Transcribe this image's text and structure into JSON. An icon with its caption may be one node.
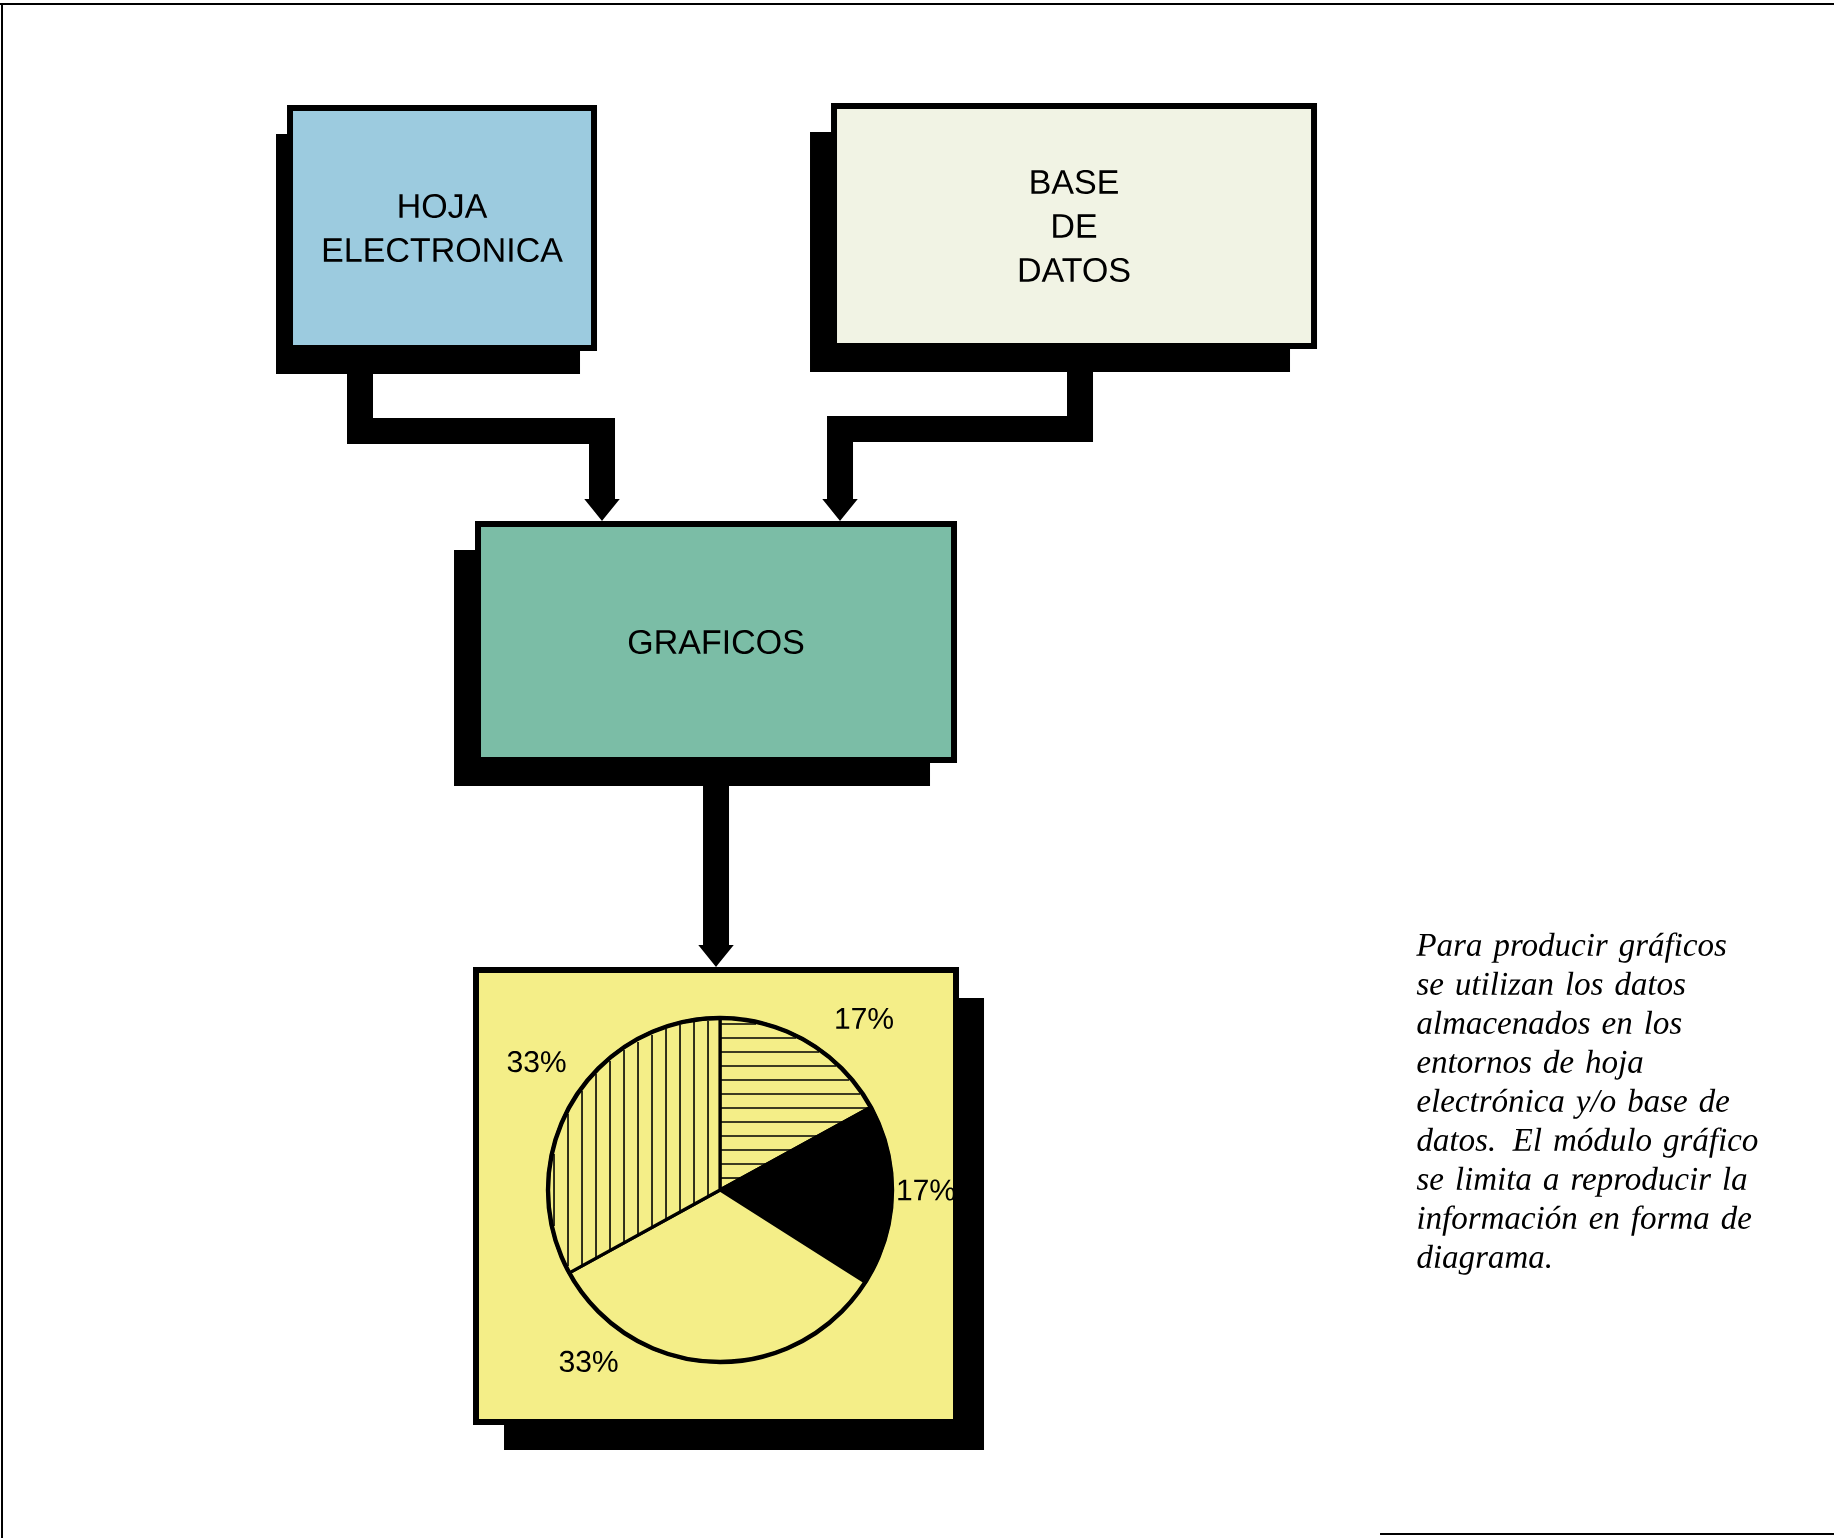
{
  "diagram": {
    "caption": "Para producir gráficos se utilizan los datos almacenados en los entornos de hoja electrónica y/o base de datos. El módulo gráfico se limita a reproducir la información en forma de diagrama.",
    "nodes": [
      {
        "text": [
          "HOJA ELECTRONICA"
        ]
      },
      {
        "text": [
          "BASE DE DATOS"
        ]
      },
      {
        "text": [
          "GRAFICOS"
        ]
      },
      {
        "text": [],
        "shape": "box"
      }
    ],
    "edges": [
      {
        "from": 0,
        "to": 2,
        "arrow": "to"
      },
      {
        "from": 1,
        "to": 2,
        "arrow": "to"
      },
      {
        "from": 2,
        "to": 3,
        "arrow": "to"
      }
    ],
    "chart_data": {
      "type": "pie",
      "values": [
        17,
        17,
        33,
        33
      ],
      "value_labels": [
        "17%",
        "17%",
        "33%",
        "33%"
      ]
    }
  }
}
